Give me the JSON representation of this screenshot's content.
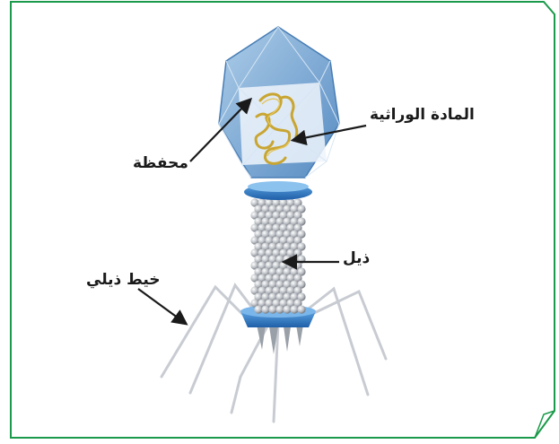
{
  "diagram": {
    "frame_color": "#1a9a4a",
    "labels": {
      "genetic_material": "المادة الوراثية",
      "capsid": "محفظة",
      "tail": "ذيل",
      "tail_fiber": "خيط ذيلي"
    }
  }
}
